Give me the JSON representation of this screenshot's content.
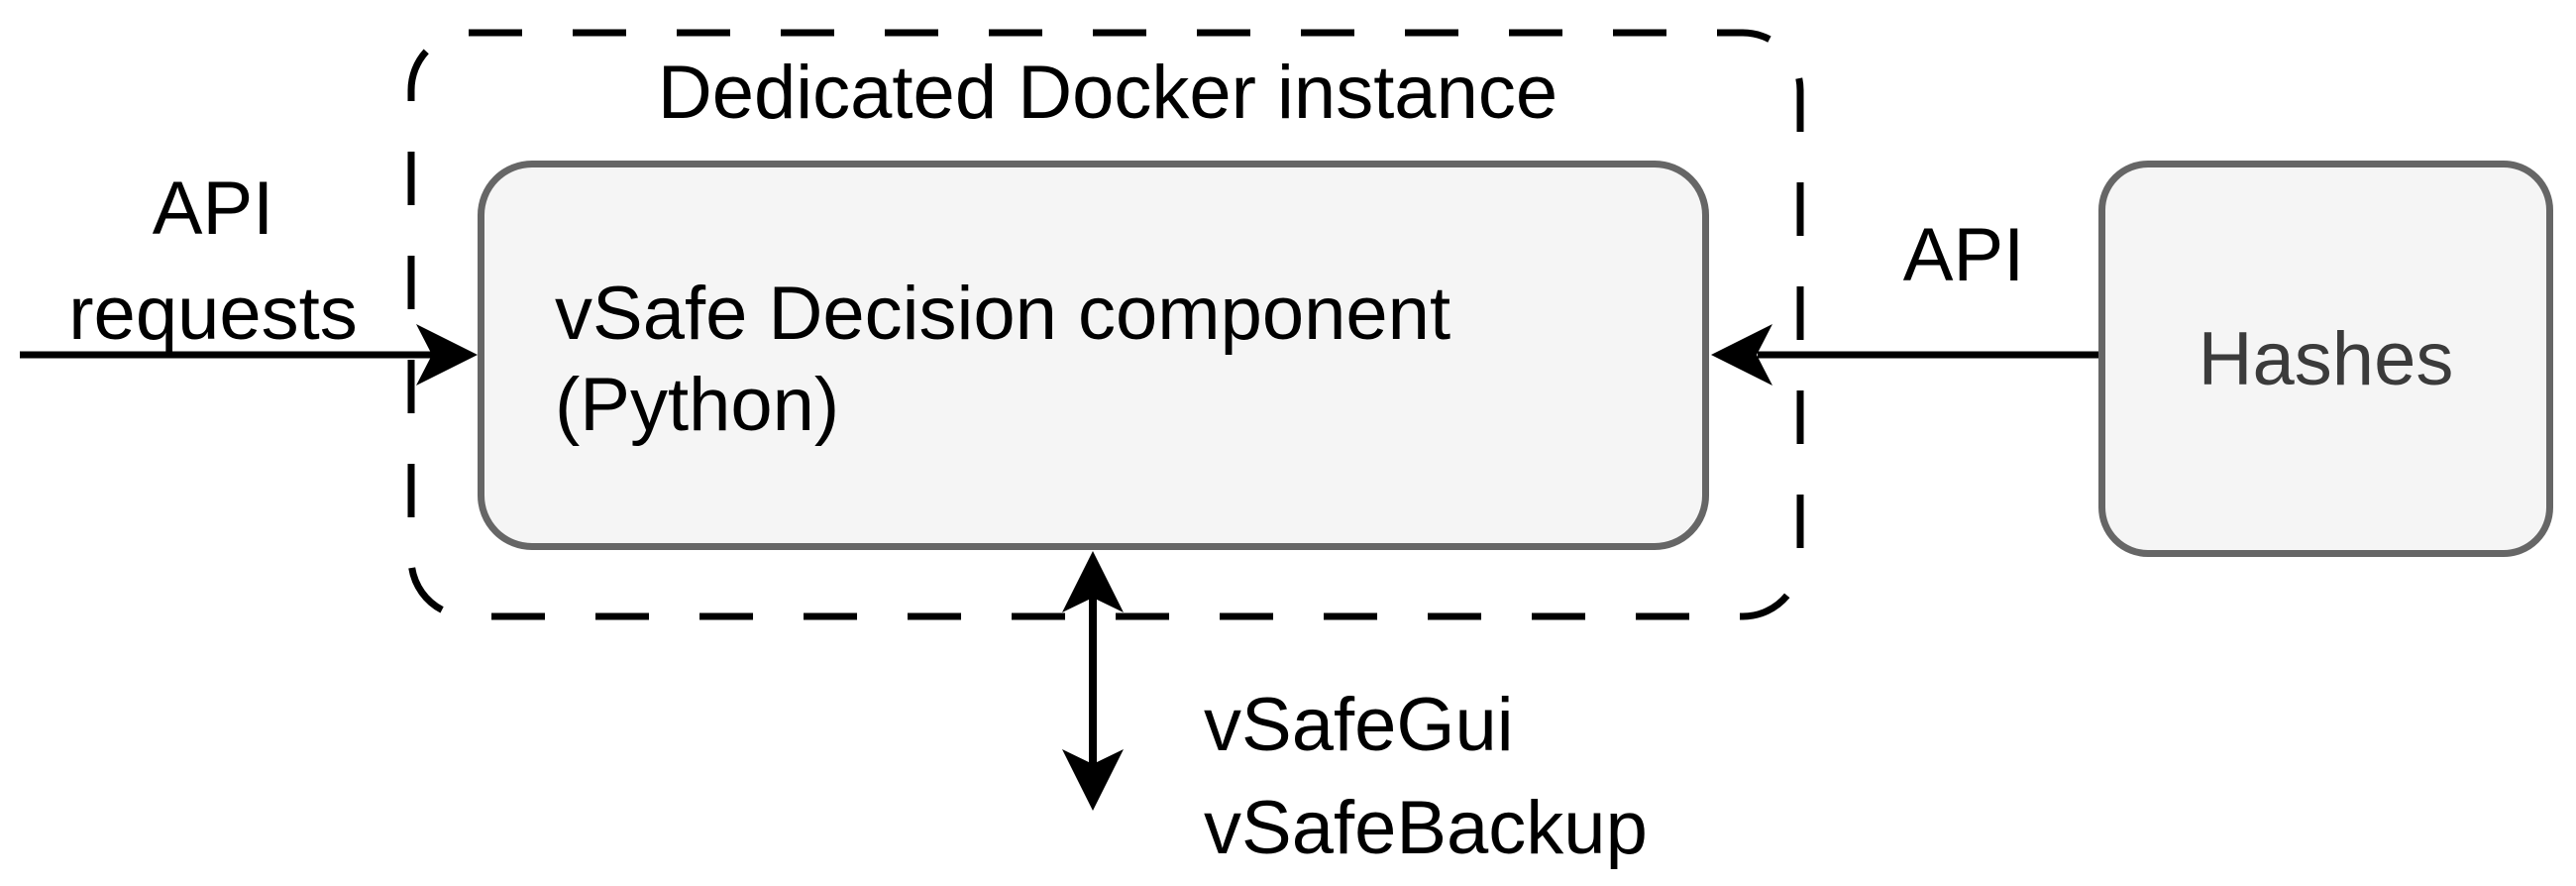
{
  "diagram": {
    "container": {
      "title": "Dedicated Docker instance"
    },
    "nodes": {
      "decision": {
        "label_line1": "vSafe Decision component",
        "label_line2": "(Python)"
      },
      "hashes": {
        "label": "Hashes"
      }
    },
    "edges": {
      "api_requests": {
        "label_line1": "API",
        "label_line2": "requests"
      },
      "hashes_api": {
        "label": "API"
      },
      "services": {
        "label_line1": "vSafeGui",
        "label_line2": "vSafeBackup"
      }
    },
    "colors": {
      "box_fill": "#f5f5f5",
      "box_border": "#666666",
      "dashed_border": "#000000",
      "arrow": "#000000",
      "text": "#000000",
      "hashes_text": "#3b3b3b"
    }
  }
}
